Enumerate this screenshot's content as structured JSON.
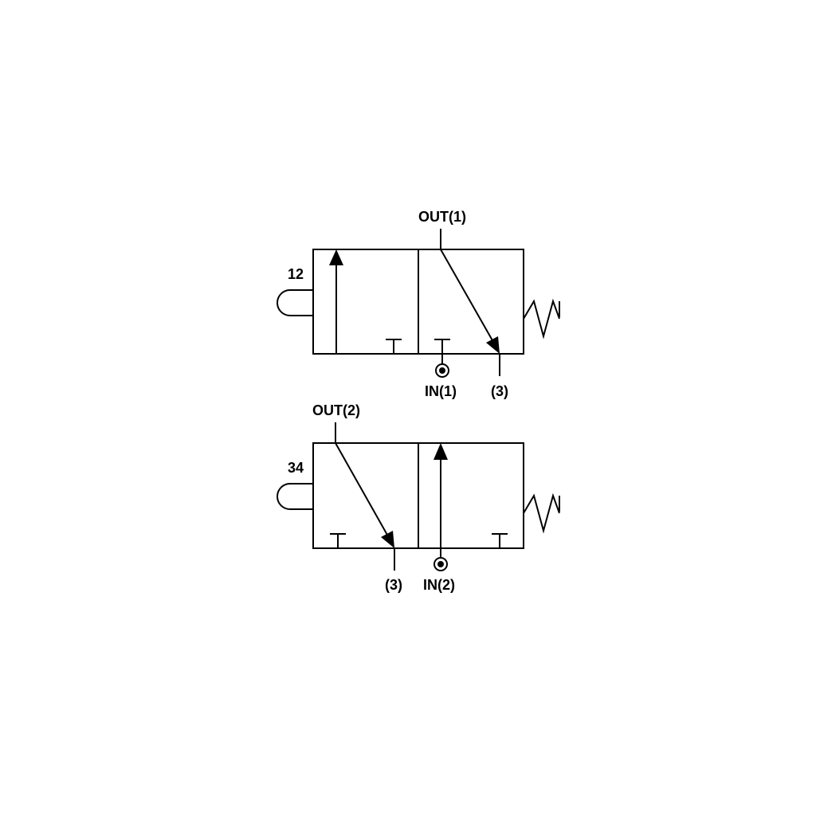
{
  "diagram": {
    "valves": [
      {
        "pilot_label": "12",
        "out_label": "OUT(1)",
        "in_label": "IN(1)",
        "exhaust_label": "(3)"
      },
      {
        "pilot_label": "34",
        "out_label": "OUT(2)",
        "in_label": "IN(2)",
        "exhaust_label": "(3)"
      }
    ]
  }
}
